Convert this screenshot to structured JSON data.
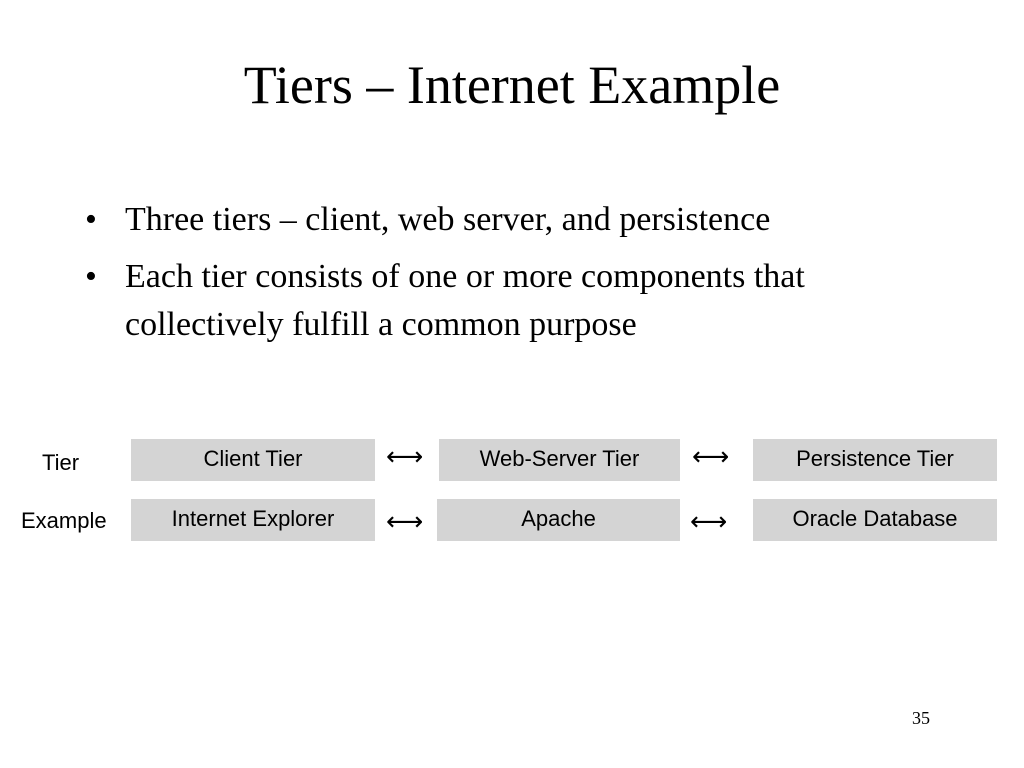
{
  "slide": {
    "title": "Tiers – Internet Example",
    "bullets": [
      {
        "marker": "•",
        "text": "Three tiers – client, web server, and persistence"
      },
      {
        "marker": "•",
        "text": "Each tier consists of one or more components that collectively fulfill a common purpose"
      }
    ],
    "page_number": "35"
  },
  "diagram": {
    "row_labels": {
      "tier": "Tier",
      "example": "Example"
    },
    "tiers": [
      "Client Tier",
      "Web-Server Tier",
      "Persistence Tier"
    ],
    "examples": [
      "Internet Explorer",
      "Apache",
      "Oracle Database"
    ],
    "connector": "⟷",
    "box_color": "#d4d4d4"
  }
}
